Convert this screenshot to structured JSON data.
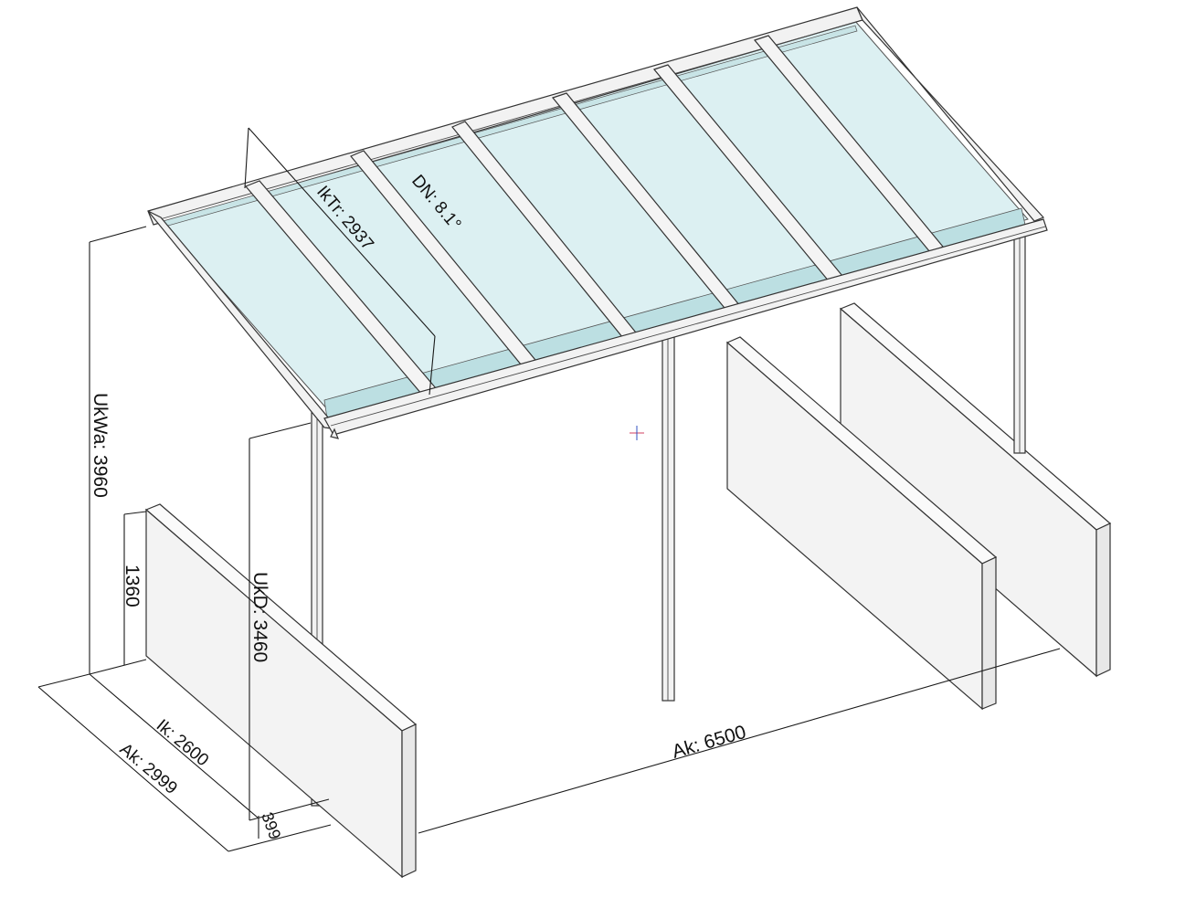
{
  "drawing": {
    "background": "#ffffff",
    "glass_color": "#dcf0f2",
    "glass_shadow_color": "#bcdfe2",
    "frame_color": "#f2f2f2",
    "wall_color": "#f4f4f4",
    "line_color": "#333333"
  },
  "labels": {
    "ukwa": "UkWa: 3960",
    "ukd": "UkD: 3460",
    "wall_height": "1360",
    "ik_depth": "Ik: 2600",
    "ak_depth": "Ak: 2999",
    "overhang": "399",
    "ak_width": "Ak: 6500",
    "iktr": "IkTr: 2937",
    "pitch": "DN: 8.1°"
  }
}
